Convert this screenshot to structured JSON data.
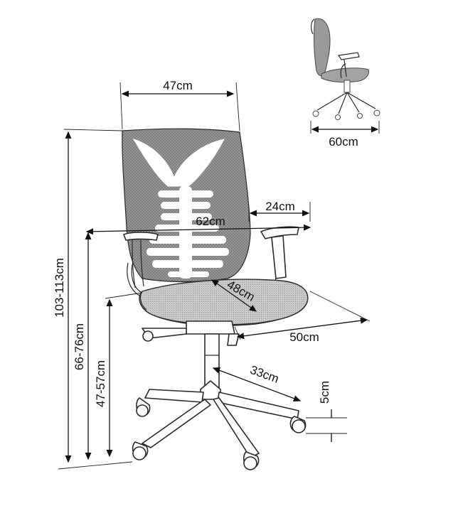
{
  "dimensions": {
    "backrest_width": "47cm",
    "overall_width": "62cm",
    "armrest_length": "24cm",
    "seat_depth": "48cm",
    "seat_width": "50cm",
    "base_radius": "33cm",
    "caster_height": "5cm",
    "overall_height": "103-113cm",
    "armrest_height": "66-76cm",
    "seat_height": "47-57cm",
    "side_depth": "60cm"
  },
  "colors": {
    "line": "#111111",
    "mesh": "#8f8f8f",
    "background": "#ffffff"
  }
}
